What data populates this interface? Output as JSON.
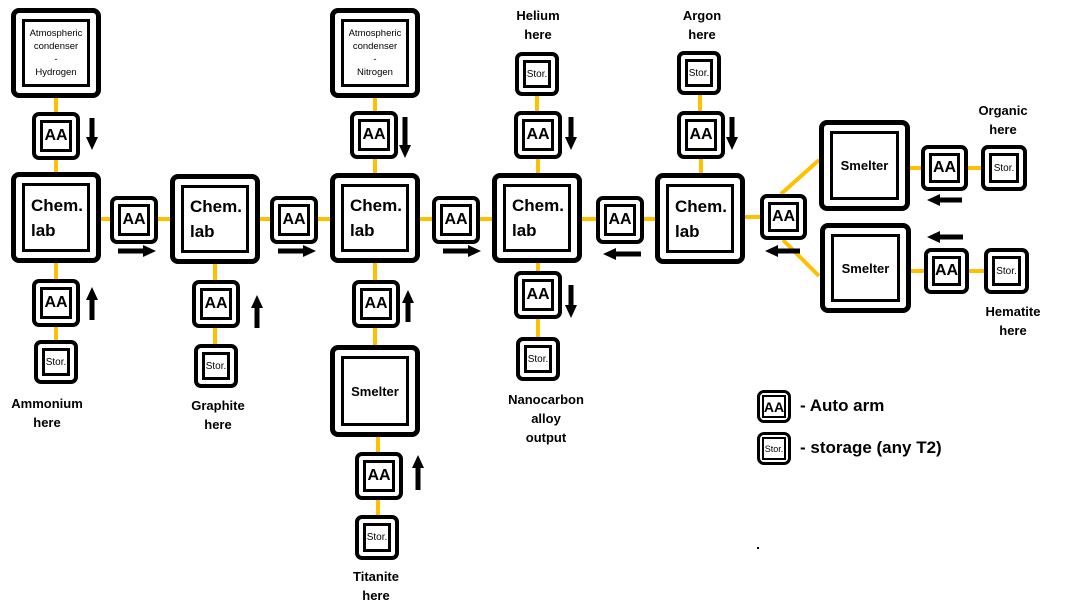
{
  "colors": {
    "connector": "#FFC000",
    "outline": "#000000",
    "background": "#FFFFFF"
  },
  "nodes": {
    "condenser_h": "Atmospheric\ncondenser\n-\nHydrogen",
    "condenser_n": "Atmospheric\ncondenser\n-\nNitrogen",
    "chem_lab": "Chem.\nlab",
    "smelter": "Smelter",
    "auto_arm": "AA",
    "storage": "Stor."
  },
  "labels": {
    "ammonium": "Ammonium\nhere",
    "graphite": "Graphite\nhere",
    "titanite": "Titanite\nhere",
    "helium": "Helium\nhere",
    "nanocarbon": "Nanocarbon\nalloy\noutput",
    "argon": "Argon\nhere",
    "organic": "Organic\nhere",
    "hematite": "Hematite\nhere"
  },
  "legend": {
    "aa_symbol": "AA",
    "aa_text": "- Auto arm",
    "stor_symbol": "Stor.",
    "stor_text": "- storage (any T2)"
  }
}
